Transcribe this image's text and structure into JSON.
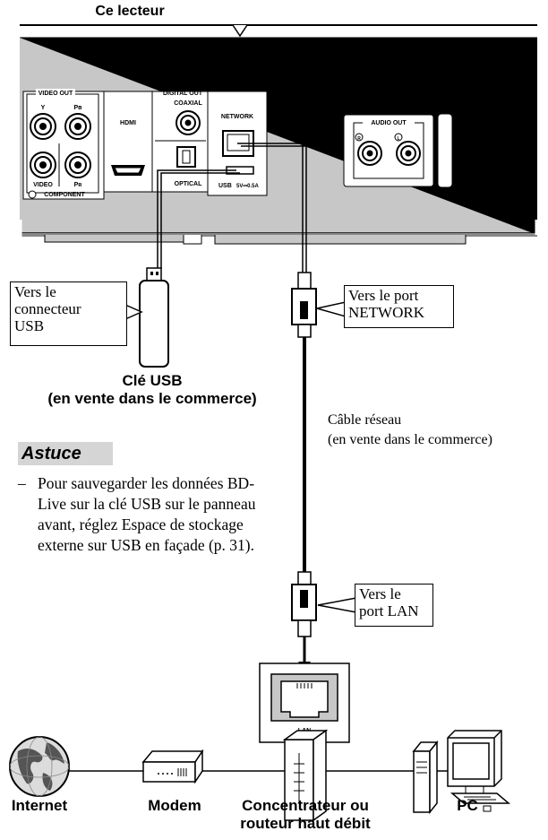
{
  "title": "Ce lecteur",
  "panel": {
    "video_out": "VIDEO OUT",
    "y": "Y",
    "pb": "Pʙ",
    "pr": "Pʀ",
    "video": "VIDEO",
    "component": "COMPONENT",
    "hdmi": "HDMI",
    "digital_out": "DIGITAL OUT",
    "coaxial": "COAXIAL",
    "optical": "OPTICAL",
    "network": "NETWORK",
    "usb": "USB",
    "usb_power": "5V⎓0.5A",
    "audio_out": "AUDIO OUT",
    "audio_r": "R",
    "audio_l": "L"
  },
  "callouts": {
    "usb_connector": [
      "Vers le",
      "connecteur",
      "USB"
    ],
    "network_port": [
      "Vers le port",
      "NETWORK"
    ],
    "lan_port": [
      "Vers le",
      "port LAN"
    ]
  },
  "usb_key": {
    "line1": "Clé USB",
    "line2": "(en vente dans le commerce)"
  },
  "cable": {
    "line1": "Câble réseau",
    "line2": "(en vente dans le commerce)"
  },
  "tip": {
    "heading": "Astuce",
    "dash": "–",
    "text": "Pour sauvegarder les données BD-Live sur la clé USB sur le panneau avant, réglez Espace de stockage externe sur USB en façade (p. 31)."
  },
  "router_lan_label": "LAN",
  "devices": {
    "internet": "Internet",
    "modem": "Modem",
    "router": [
      "Concentrateur ou",
      "routeur haut débit"
    ],
    "pc": "PC"
  },
  "icons": [
    "globe-icon",
    "modem-icon",
    "router-icon",
    "pc-icon",
    "usb-key-icon",
    "cable-plug-icon"
  ]
}
